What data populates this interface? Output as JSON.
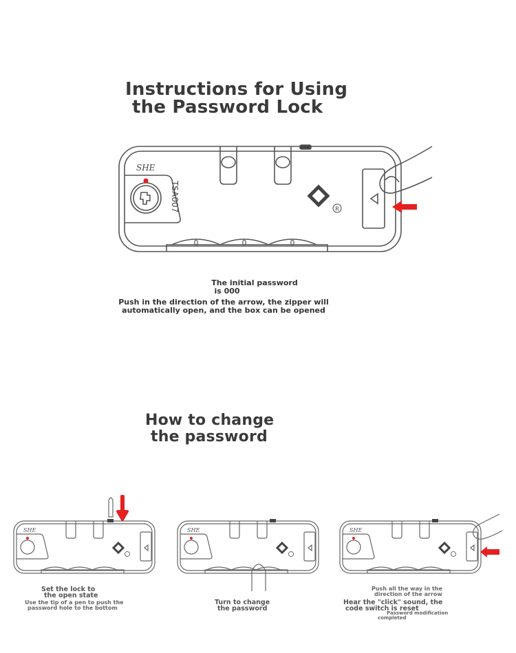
{
  "section1": {
    "title_line1": "Instructions for Using",
    "title_line2": "the Password Lock",
    "caption_line1": "The initial password",
    "caption_line2": "is 000",
    "caption_line3": "Push in the direction of the arrow, the zipper will",
    "caption_line4": "automatically open, and the box can be opened"
  },
  "section2": {
    "title_line1": "How to change",
    "title_line2": "the password",
    "step1": {
      "line1": "Set the lock to",
      "line2": "the open state",
      "line3": "Use the tip of a pen to push the",
      "line4": "password hole to the bottom"
    },
    "step2": {
      "line1": "Turn to change",
      "line2": "the password"
    },
    "step3": {
      "line1": "Push all the way in the",
      "line2": "direction of the arrow",
      "line3": "Hear the \"click\" sound, the",
      "line4": "code switch is reset",
      "line5": "Password modification",
      "line6": "completed"
    }
  },
  "lock": {
    "brand": "SHE",
    "model": "TSA007",
    "dial_digit": "0",
    "registered_mark": "R"
  },
  "colors": {
    "outline": "#555555",
    "arrow": "#e52020",
    "indicator": "#e52020",
    "title": "#3a3a3a"
  }
}
